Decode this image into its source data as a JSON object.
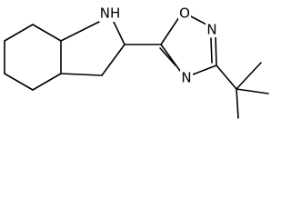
{
  "molecule": {
    "atoms": [
      {
        "symbol": "NH",
        "label": "NH"
      },
      {
        "symbol": "O",
        "label": "O"
      },
      {
        "symbol": "N",
        "label": "N"
      },
      {
        "symbol": "N",
        "label": "N"
      }
    ]
  },
  "colors": {
    "bond": "#000000",
    "label": "#000000",
    "background": "#ffffff"
  }
}
